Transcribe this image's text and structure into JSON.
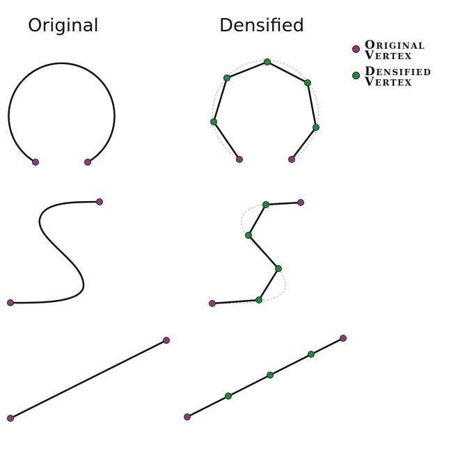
{
  "columns": {
    "left_title": "Original",
    "right_title": "Densified"
  },
  "legend": {
    "original": {
      "line1": "Original",
      "line2": "Vertex",
      "color": "#8e3b78"
    },
    "densified": {
      "line1": "Densified",
      "line2": "Vertex",
      "color": "#1e8a3c"
    }
  },
  "colors": {
    "line": "#111111",
    "ghost": "#b0b0b0",
    "vertex_stroke": "#222222"
  }
}
